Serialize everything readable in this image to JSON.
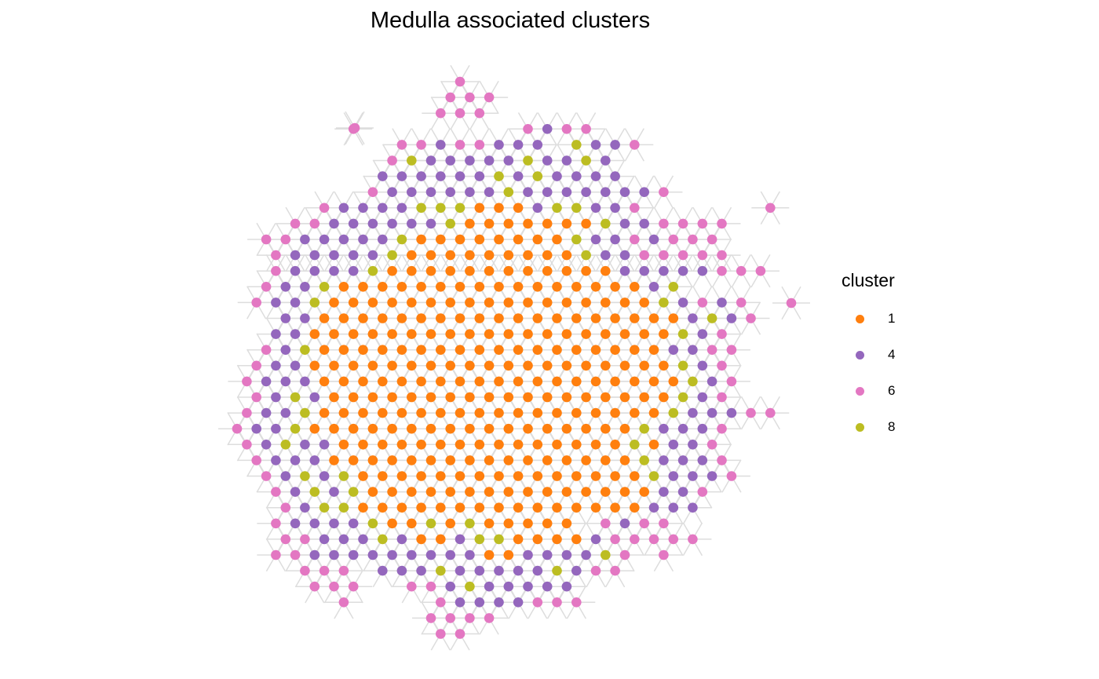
{
  "chart_data": {
    "type": "scatter",
    "title": "Medulla associated clusters",
    "legend_title": "cluster",
    "legend_position": "right",
    "grid": false,
    "series": [
      {
        "name": "1",
        "color": "#FF7F0E"
      },
      {
        "name": "4",
        "color": "#9467BD"
      },
      {
        "name": "6",
        "color": "#E377C2"
      },
      {
        "name": "8",
        "color": "#BCBD22"
      }
    ],
    "spot_grid": {
      "origin_x": 302,
      "origin_y": 104,
      "column_step": 12.35,
      "row_step": 20.1,
      "rows": [
        {
          "row": 0,
          "start": 23,
          "spots": "6"
        },
        {
          "row": 1,
          "start": 22,
          "spots": "666"
        },
        {
          "row": 2,
          "start": 21,
          "spots": "666"
        },
        {
          "row": 3,
          "start": 12,
          "spots": "6........6466"
        },
        {
          "row": 4,
          "start": 17,
          "spots": "66466444.8446"
        },
        {
          "row": 5,
          "start": 16,
          "spots": "684444484484"
        },
        {
          "row": 6,
          "start": 15,
          "spots": "4444448484444"
        },
        {
          "row": 7,
          "start": 14,
          "spots": "6444444844444446"
        },
        {
          "row": 8,
          "start": 9,
          "spots": "64444888111488446......6"
        },
        {
          "row": 9,
          "start": 6,
          "spots": "66444444811111118446666"
        },
        {
          "row": 10,
          "start": 3,
          "spots": "664444481111111184464666"
        },
        {
          "row": 11,
          "start": 4,
          "spots": "644444811111111184466666"
        },
        {
          "row": 12,
          "start": 4,
          "spots": "64444811111111111144444666"
        },
        {
          "row": 13,
          "start": 3,
          "spots": "6448111111111111111148"
        },
        {
          "row": 14,
          "start": 2,
          "spots": "64481111111111111111184646"
        },
        {
          "row": 15,
          "start": 5,
          "spots": "4411111111111111111114846"
        },
        {
          "row": 16,
          "start": 4,
          "spots": "441111111111111111111846"
        },
        {
          "row": 17,
          "start": 3,
          "spots": "6481111111111111111114466"
        },
        {
          "row": 18,
          "start": 2,
          "spots": "6441111111111111111111846"
        },
        {
          "row": 19,
          "start": 1,
          "spots": "64441111111111111111111846"
        },
        {
          "row": 20,
          "start": 2,
          "spots": "6484111111111111111111846"
        },
        {
          "row": 21,
          "start": 1,
          "spots": "6448111111111111111111844466"
        },
        {
          "row": 22,
          "start": 0,
          "spots": "64481111111111111111184446"
        },
        {
          "row": 23,
          "start": 1,
          "spots": "6484411111111111111181446"
        },
        {
          "row": 24,
          "start": 2,
          "spots": "6444111111111111111184446"
        },
        {
          "row": 25,
          "start": 3,
          "spots": "6484811111111111111184446"
        },
        {
          "row": 26,
          "start": 4,
          "spots": "64848111111111111111446"
        },
        {
          "row": 27,
          "start": 5,
          "spots": "6488111111111111111444"
        },
        {
          "row": 28,
          "start": 4,
          "spots": "6444481181811111.6466"
        },
        {
          "row": 29,
          "start": 5,
          "spots": "6644484114881111466666"
        },
        {
          "row": 30,
          "start": 4,
          "spots": "6644444444411444486.6"
        },
        {
          "row": 31,
          "start": 7,
          "spots": "666.4448444448466"
        },
        {
          "row": 32,
          "start": 8,
          "spots": "666..664844444"
        },
        {
          "row": 33,
          "start": 11,
          "spots": "6....64444666"
        },
        {
          "row": 34,
          "start": 20,
          "spots": "6666"
        },
        {
          "row": 35,
          "start": 21,
          "spots": "66"
        }
      ],
      "isolated": [
        {
          "x": 452,
          "y": 163,
          "cluster": "6"
        },
        {
          "x": 1008,
          "y": 386,
          "cluster": "6"
        }
      ]
    }
  }
}
